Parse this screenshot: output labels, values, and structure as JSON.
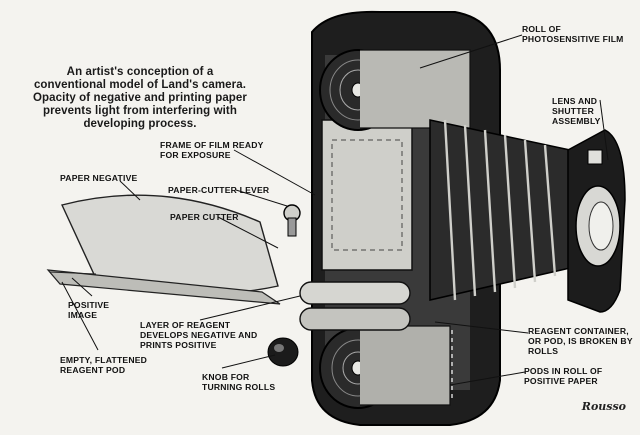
{
  "caption": "An artist's conception of a conventional model of Land's camera. Opacity of negative and printing paper prevents light from interfering with developing process.",
  "labels": {
    "roll_of_film": "Roll of photosensitive film",
    "lens": "Lens and shutter assembly",
    "frame": "Frame of film ready for exposure",
    "paper_negative": "Paper negative",
    "cutter_lever": "Paper-cutter lever",
    "paper_cutter": "Paper cutter",
    "positive_image": "Positive image",
    "reagent_layer": "Layer of reagent develops negative and prints positive",
    "empty_pod": "Empty, flattened reagent pod",
    "knob": "Knob for turning rolls",
    "reagent_container": "Reagent container, or pod, is broken by rolls",
    "pods_roll": "Pods in roll of positive paper"
  },
  "signature": "Rousso"
}
